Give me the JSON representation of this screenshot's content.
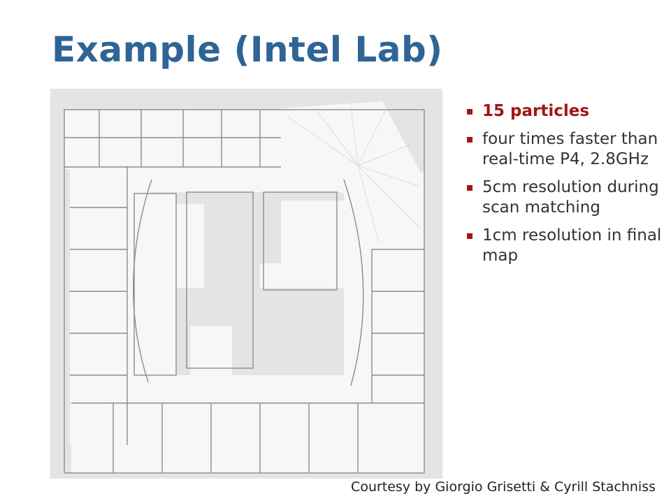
{
  "slide": {
    "title": "Example (Intel Lab)",
    "bullets": [
      {
        "text": "15 particles",
        "highlight": true
      },
      {
        "text": "four times faster than real-time P4, 2.8GHz",
        "highlight": false
      },
      {
        "text": "5cm resolution during scan matching",
        "highlight": false
      },
      {
        "text": "1cm resolution in final map",
        "highlight": false
      }
    ],
    "credit": "Courtesy by Giorgio Grisetti & Cyrill Stachniss",
    "colors": {
      "title": "#2f6496",
      "accent": "#a31515",
      "map_background": "#e4e4e4",
      "map_free_space": "#f7f7f7",
      "map_walls": "#8c8c8c"
    }
  }
}
